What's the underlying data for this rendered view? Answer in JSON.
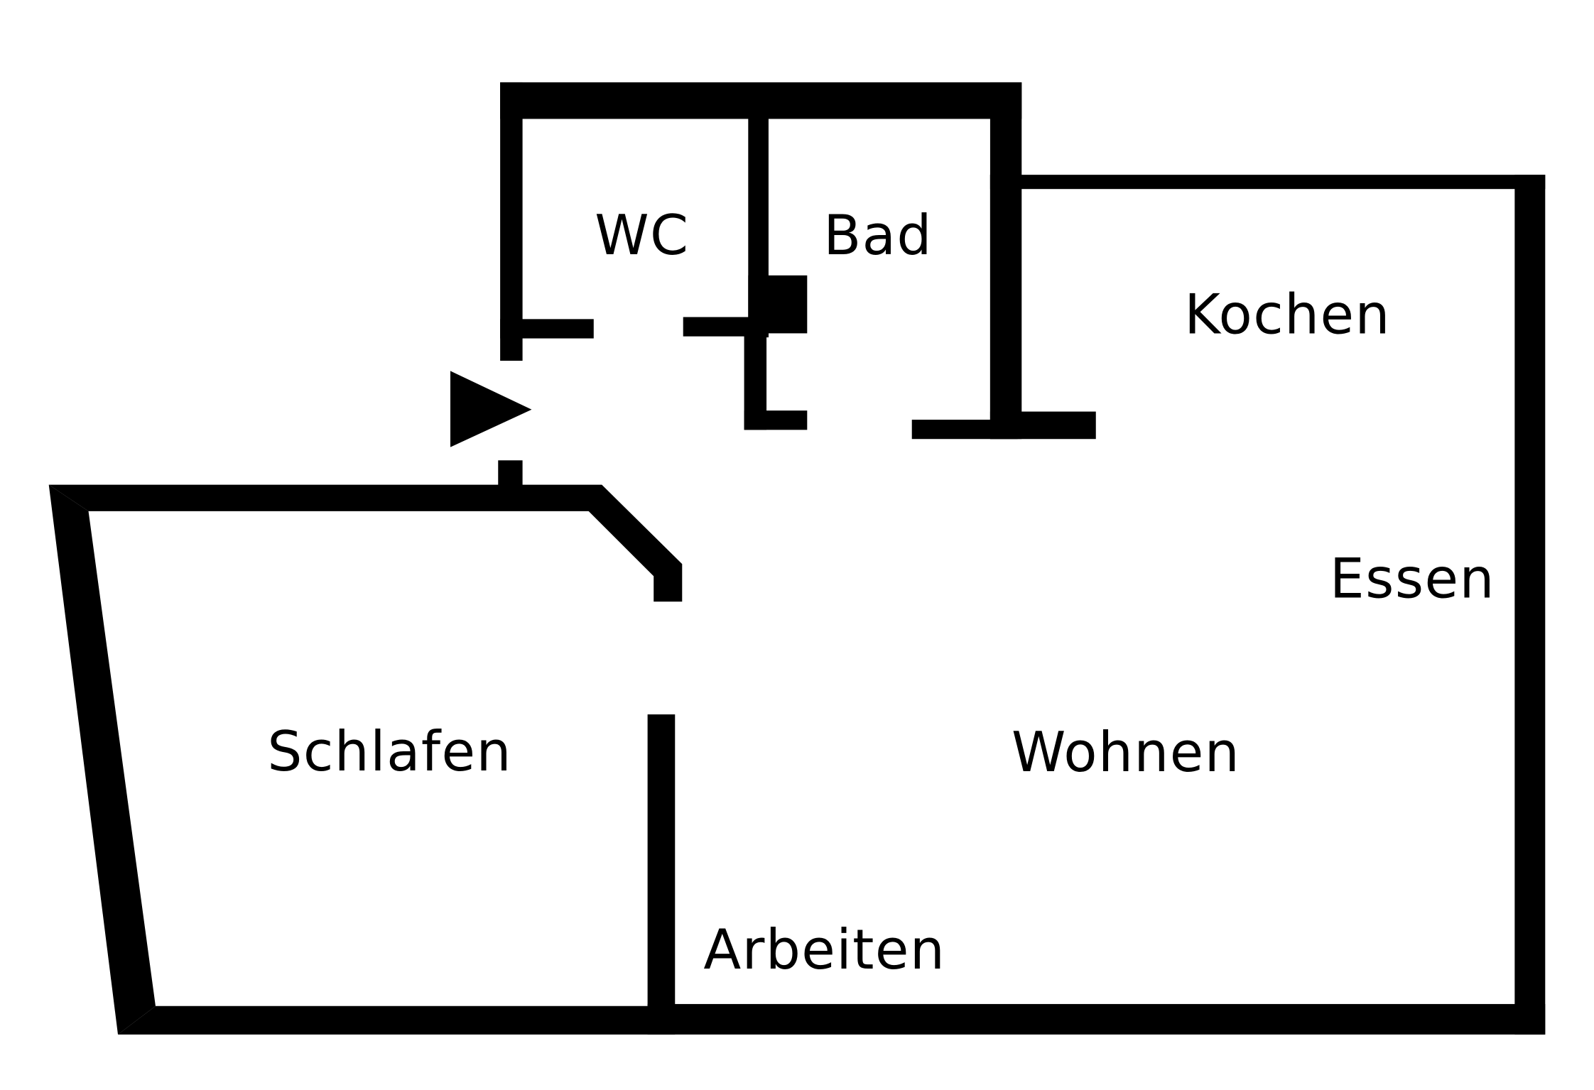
{
  "floorplan": {
    "rooms": {
      "wc": "WC",
      "bad": "Bad",
      "kochen": "Kochen",
      "essen": "Essen",
      "wohnen": "Wohnen",
      "schlafen": "Schlafen",
      "arbeiten": "Arbeiten"
    },
    "entrance_marker": "entrance-arrow-icon",
    "wall_color": "#000000",
    "background_color": "#ffffff"
  }
}
